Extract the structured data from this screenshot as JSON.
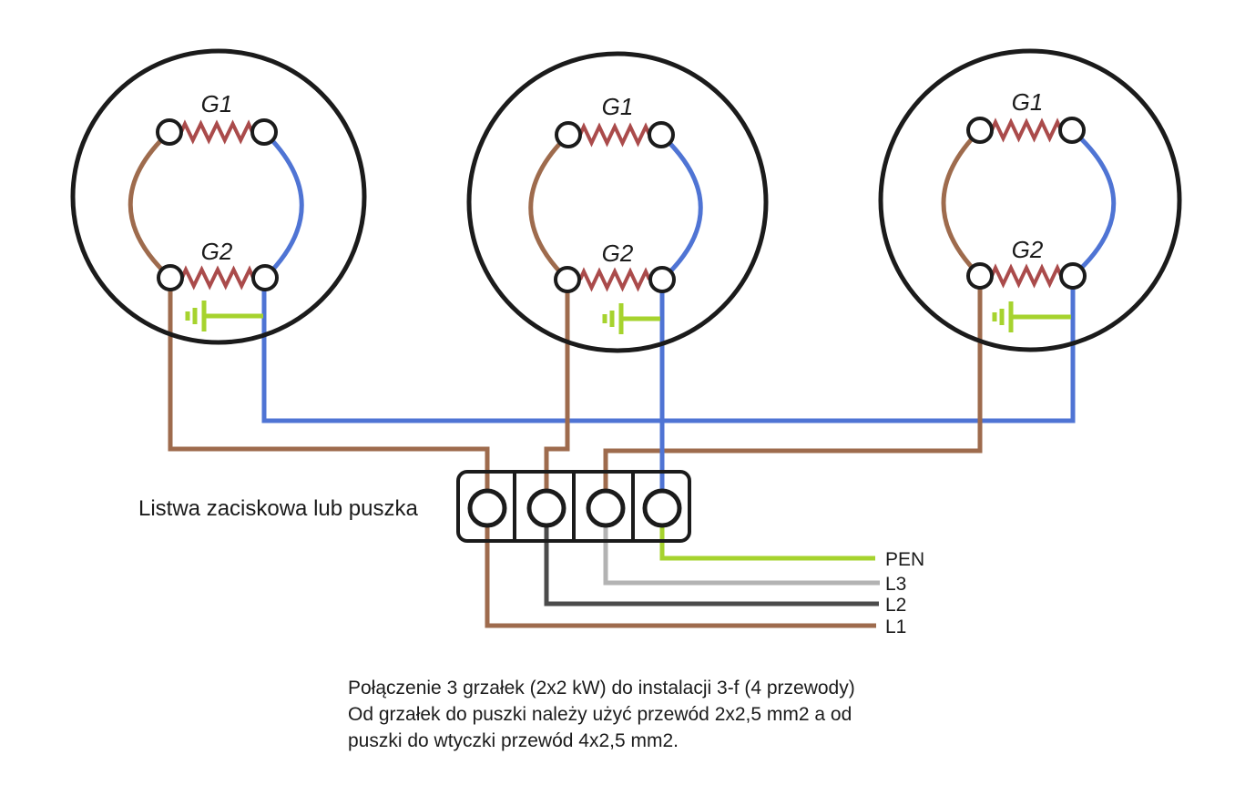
{
  "colors": {
    "black": "#1b1b1b",
    "brown": "#9e6b4d",
    "blue": "#4f74d4",
    "green": "#a6d32e",
    "gray_light": "#b3b3b3",
    "gray_dark": "#4b4b4b",
    "resistor": "#aa4b4b"
  },
  "heaters": [
    {
      "g1": "G1",
      "g2": "G2"
    },
    {
      "g1": "G1",
      "g2": "G2"
    },
    {
      "g1": "G1",
      "g2": "G2"
    }
  ],
  "terminal_block": {
    "label": "Listwa zaciskowa lub puszka",
    "terminals": 4
  },
  "supply_lines": [
    {
      "label": "PEN"
    },
    {
      "label": "L3"
    },
    {
      "label": "L2"
    },
    {
      "label": "L1"
    }
  ],
  "caption": {
    "lines": [
      "Połączenie 3 grzałek (2x2 kW) do instalacji 3-f (4 przewody)",
      "Od grzałek do puszki należy użyć przewód 2x2,5 mm2 a od",
      "puszki do wtyczki przewód 4x2,5 mm2."
    ]
  }
}
